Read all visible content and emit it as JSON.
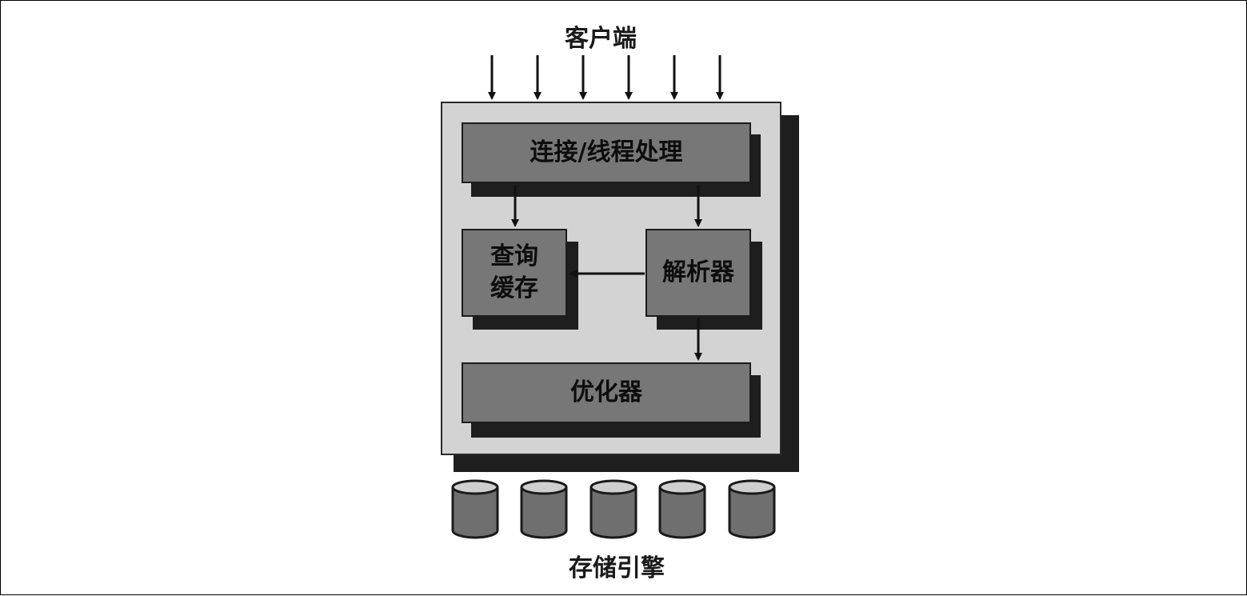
{
  "diagram": {
    "clients_label": "客户端",
    "storage_label": "存储引擎",
    "connection_box": "连接/线程处理",
    "query_cache_line1": "查询",
    "query_cache_line2": "缓存",
    "parser_box": "解析器",
    "optimizer_box": "优化器"
  },
  "colors": {
    "box_fill": "#777777",
    "container_fill": "#d3d3d3",
    "shadow": "#1e1e1e",
    "arrow": "#111111"
  },
  "icons": [
    "arrow-down-icon",
    "arrow-left-icon",
    "database-cylinder-icon"
  ]
}
